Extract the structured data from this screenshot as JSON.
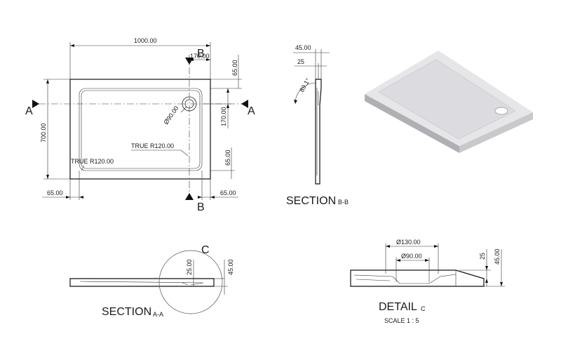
{
  "plan": {
    "width": "1000.00",
    "height": "700.00",
    "waste_offset": "170.00",
    "waste_offset_side": "170.00",
    "edge_top": "65.00",
    "edge_right": "65.00",
    "edge_bottom_left": "65.00",
    "edge_bottom_right": "65.00",
    "waste_diameter": "Ø90.00",
    "radius_outer": "TRUE R120.00",
    "radius_inner": "TRUE R120.00",
    "cut_a_left": "A",
    "cut_a_right": "A",
    "cut_b_top": "B",
    "cut_b_bottom": "B"
  },
  "section_bb": {
    "total": "45.00",
    "top": "25",
    "angle": "89.1°",
    "title": "SECTION",
    "suffix": "B-B"
  },
  "section_aa": {
    "detail_marker": "C",
    "dim_25": "25.00",
    "dim_45": "45.00",
    "title": "SECTION",
    "suffix": "A-A"
  },
  "detail_c": {
    "outer_diameter": "Ø130.00",
    "inner_diameter": "Ø90.00",
    "dim_25": "25",
    "dim_45": "45.00",
    "title": "DETAIL",
    "suffix": "C",
    "scale": "SCALE 1 : 5"
  },
  "colors": {
    "tray_face": "#e6e6e8",
    "tray_edge": "#c9c9cc",
    "tray_dark": "#b0b0b4"
  }
}
